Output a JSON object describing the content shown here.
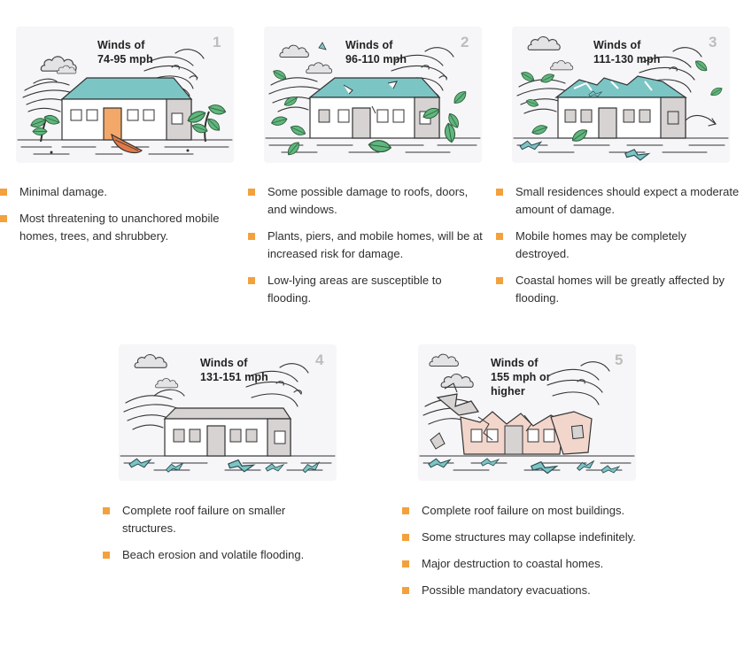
{
  "categories": [
    {
      "number": "1",
      "wind": "Winds of\n74-95 mph",
      "bullets": [
        "Minimal damage.",
        "Most threatening to unanchored mobile homes, trees, and shrubbery."
      ]
    },
    {
      "number": "2",
      "wind": "Winds of\n96-110 mph",
      "bullets": [
        "Some possible damage to roofs, doors, and windows.",
        "Plants, piers, and mobile homes, will be at increased risk for damage.",
        "Low-lying areas are susceptible to flooding."
      ]
    },
    {
      "number": "3",
      "wind": "Winds of\n111-130 mph",
      "bullets": [
        "Small residences should expect a moderate amount of damage.",
        "Mobile homes may be completely destroyed.",
        "Coastal homes will be greatly affected by flooding."
      ]
    },
    {
      "number": "4",
      "wind": "Winds of\n131-151 mph",
      "bullets": [
        "Complete roof failure on smaller structures.",
        "Beach erosion and volatile flooding."
      ]
    },
    {
      "number": "5",
      "wind": "Winds of\n155 mph or\nhigher",
      "bullets": [
        "Complete roof failure on most buildings.",
        "Some structures may collapse indefinitely.",
        "Major destruction to coastal homes.",
        "Possible mandatory evacuations."
      ]
    }
  ],
  "colors": {
    "accent": "#f3a13c",
    "roof": "#7cc5c5",
    "door": "#f3a86a",
    "leaf": "#5fb77e",
    "ruin": "#f2d6cc",
    "card_bg": "#f6f6f8"
  }
}
